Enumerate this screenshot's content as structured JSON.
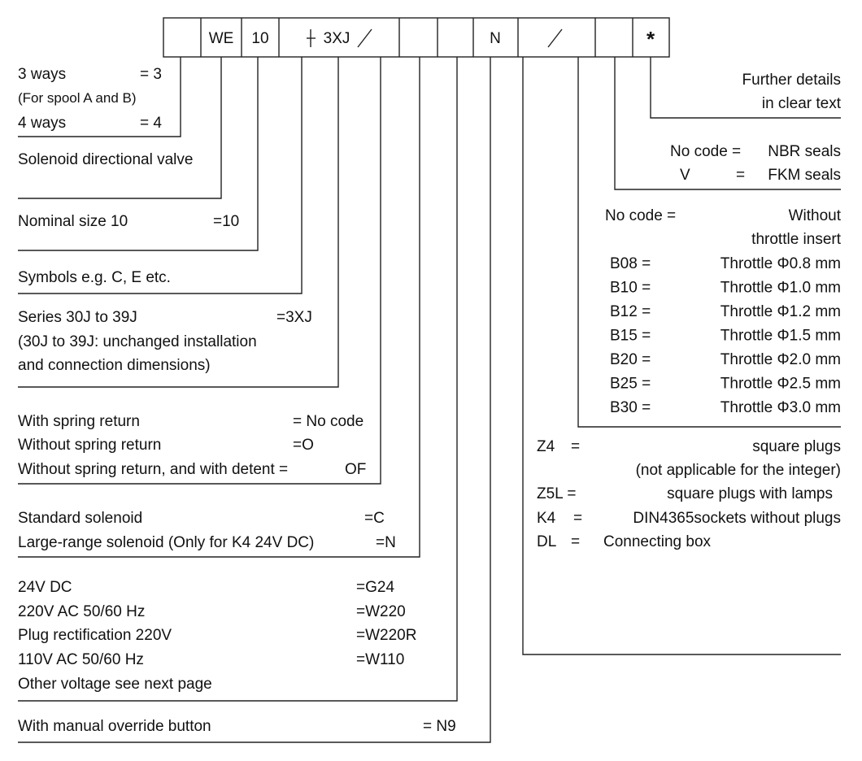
{
  "code_boxes": [
    "",
    "WE",
    "10",
    "3XJ",
    "",
    "",
    "N",
    "",
    "",
    "*"
  ],
  "left": {
    "ways": {
      "l1": "3 ways",
      "v1": "= 3",
      "l2": "(For spool A and B)",
      "l3": "4 ways",
      "v3": "= 4"
    },
    "valve": "Solenoid directional valve",
    "size": {
      "label": "Nominal size 10",
      "value": "=10"
    },
    "symbols": "Symbols e.g. C, E etc.",
    "series": {
      "label": "Series 30J to 39J",
      "value": "=3XJ",
      "note1": "(30J to 39J: unchanged installation",
      "note2": "and connection dimensions)"
    },
    "spring": {
      "l1": "With spring return",
      "v1": "= No code",
      "l2": "Without spring return",
      "v2": "=O",
      "l3": "Without spring return, and with detent =",
      "v3": "OF"
    },
    "solenoid": {
      "l1": "Standard solenoid",
      "v1": "=C",
      "l2": "Large-range solenoid  (Only for K4 24V DC)",
      "v2": "=N"
    },
    "voltage": {
      "l1": "24V DC",
      "v1": "=G24",
      "l2": "220V AC 50/60 Hz",
      "v2": "=W220",
      "l3": "Plug rectification 220V",
      "v3": "=W220R",
      "l4": "110V AC 50/60 Hz",
      "v4": "=W110",
      "l5": "Other voltage see next page"
    },
    "override": {
      "label": "With manual override button",
      "value": "= N9"
    }
  },
  "right": {
    "further": {
      "l1": "Further details",
      "l2": "in clear text"
    },
    "seals": {
      "c1": "No code =",
      "v1": "NBR seals",
      "c2": "V",
      "eq2": "=",
      "v2": "FKM seals"
    },
    "throttle": {
      "nocode": "No code =",
      "without": "Without",
      "insert": "throttle insert",
      "items": [
        {
          "code": "B08 =",
          "desc": "Throttle Φ0.8 mm"
        },
        {
          "code": "B10 =",
          "desc": "Throttle Φ1.0 mm"
        },
        {
          "code": "B12 =",
          "desc": "Throttle Φ1.2 mm"
        },
        {
          "code": "B15 =",
          "desc": "Throttle Φ1.5 mm"
        },
        {
          "code": "B20 =",
          "desc": "Throttle Φ2.0 mm"
        },
        {
          "code": "B25 =",
          "desc": "Throttle Φ2.5 mm"
        },
        {
          "code": "B30 =",
          "desc": "Throttle Φ3.0 mm"
        }
      ]
    },
    "plugs": {
      "c1": "Z4",
      "eq1": "=",
      "v1": "square plugs",
      "note": "(not applicable for the integer)",
      "c2": "Z5L =",
      "v2": "square plugs with lamps",
      "c3": "K4",
      "eq3": "=",
      "v3": "DIN4365sockets without plugs",
      "c4": "DL",
      "eq4": "=",
      "v4": "Connecting box"
    }
  }
}
